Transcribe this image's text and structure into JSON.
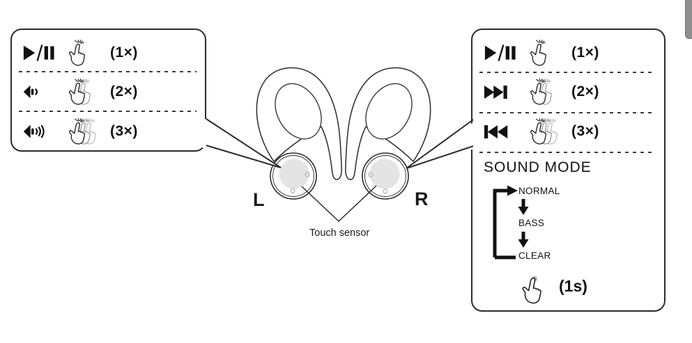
{
  "left_panel": {
    "rows": [
      {
        "icon": "play-pause-icon",
        "gesture": "single-tap",
        "taps_label": "(1×)"
      },
      {
        "icon": "volume-down-icon",
        "gesture": "double-tap",
        "taps_label": "(2×)"
      },
      {
        "icon": "volume-up-icon",
        "gesture": "triple-tap",
        "taps_label": "(3×)"
      }
    ]
  },
  "right_panel": {
    "rows": [
      {
        "icon": "play-pause-icon",
        "gesture": "single-tap",
        "taps_label": "(1×)"
      },
      {
        "icon": "next-track-icon",
        "gesture": "double-tap",
        "taps_label": "(2×)"
      },
      {
        "icon": "previous-track-icon",
        "gesture": "triple-tap",
        "taps_label": "(3×)"
      }
    ],
    "sound_mode": {
      "title": "SOUND MODE",
      "modes": [
        "NORMAL",
        "BASS",
        "CLEAR"
      ],
      "hold_label": "(1s)"
    }
  },
  "earbuds": {
    "left_label": "L",
    "right_label": "R",
    "sensor_label": "Touch sensor"
  },
  "colors": {
    "line": "#2b2b2b",
    "sensor_fill": "#e4e4e4",
    "ghost_mid": "#9a9a9a",
    "ghost_light": "#c2c2c2",
    "hold_dot": "#b4b4b4"
  }
}
